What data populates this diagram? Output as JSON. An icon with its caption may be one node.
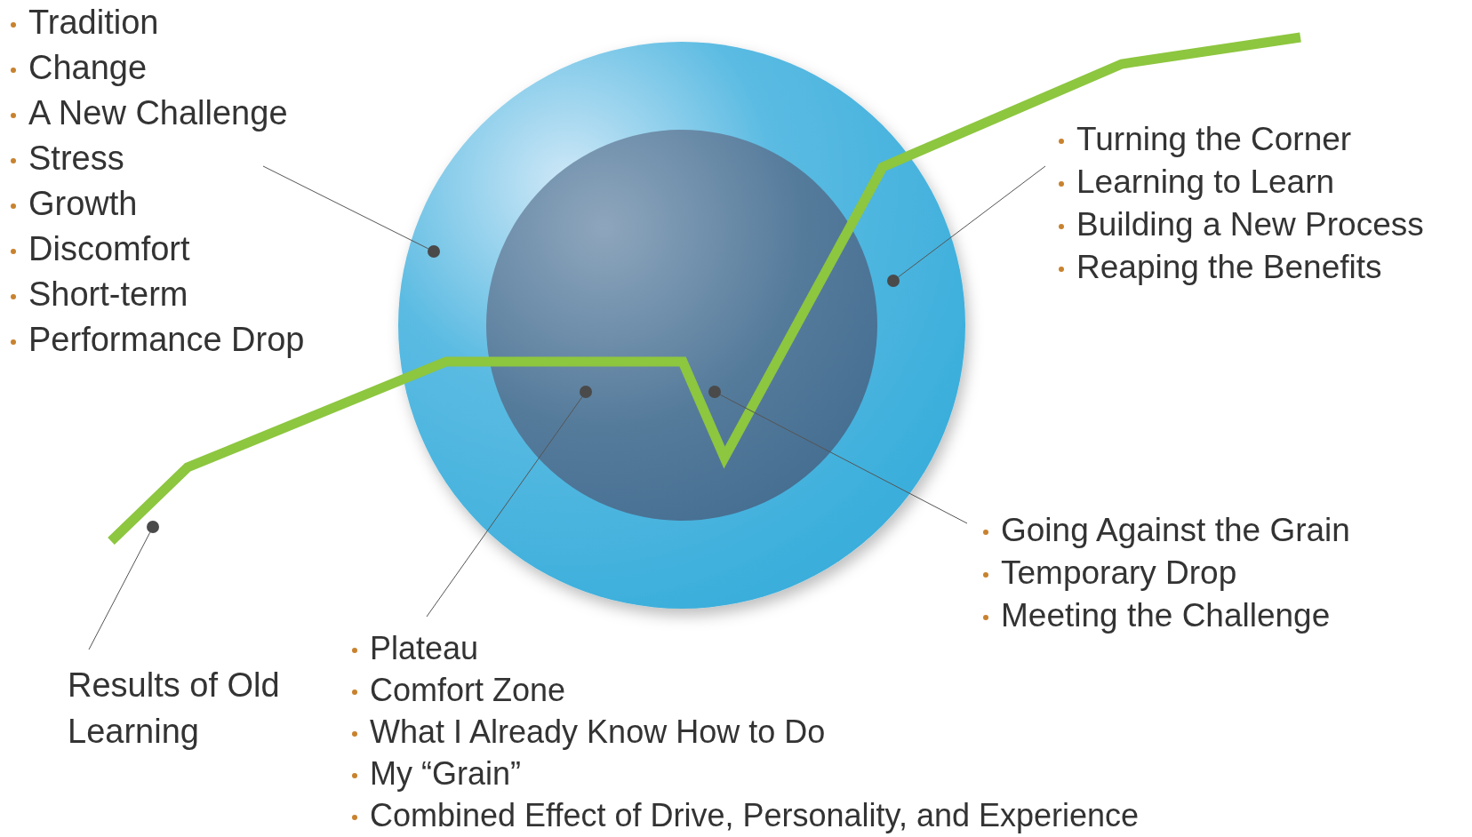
{
  "diagram": {
    "nodes": [
      {
        "text": [
          "Tradition",
          "Change",
          "A New Challenge",
          "Stress",
          "Growth",
          "Discomfort",
          "Short-term",
          "Performance Drop"
        ]
      },
      {
        "text": [],
        "shape": "circle"
      },
      {
        "text": [
          "Turning the Corner",
          "Learning to Learn",
          "Building a New Process",
          "Reaping the Benefits"
        ]
      },
      {
        "text": [],
        "shape": "circle"
      },
      {
        "text": [
          "Going Against the Grain",
          "Temporary Drop",
          "Meeting the Challenge"
        ]
      },
      {
        "text": [],
        "shape": "circle"
      },
      {
        "text": [
          "Plateau",
          "Comfort Zone",
          "What I Already Know How to Do",
          "My “Grain”",
          "Combined Effect of Drive, Personality, and Experience"
        ]
      },
      {
        "text": [],
        "shape": "circle"
      },
      {
        "text": [
          "Results of Old Learning"
        ]
      },
      {
        "text": [],
        "shape": "circle"
      }
    ],
    "edges": [
      {
        "from": 0,
        "to": 1,
        "arrow": "none"
      },
      {
        "from": 2,
        "to": 3,
        "arrow": "none"
      },
      {
        "from": 4,
        "to": 5,
        "arrow": "none"
      },
      {
        "from": 6,
        "to": 7,
        "arrow": "none"
      },
      {
        "from": 8,
        "to": 9,
        "arrow": "none"
      }
    ]
  }
}
